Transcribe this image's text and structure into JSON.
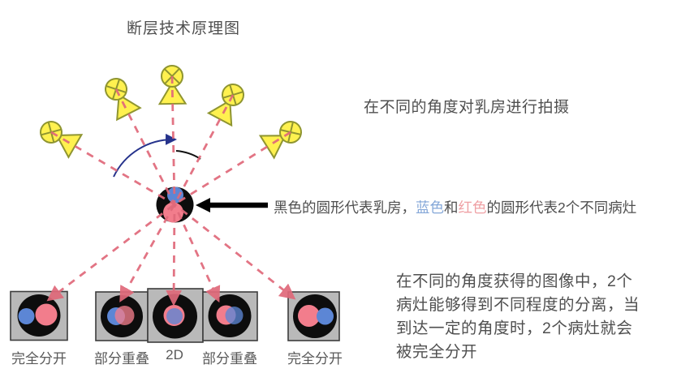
{
  "title": "断层技术原理图",
  "captions": {
    "shooting": "在不同的角度对乳房进行拍摄"
  },
  "annotation": {
    "part1": "黑色的圆形代表乳房，",
    "blue_word": "蓝色",
    "and_word": "和",
    "red_word": "红色",
    "part2": "的圆形代表2个不同病灶"
  },
  "outro": {
    "lines": [
      "在不同的角度获得的图像中，2个",
      "病灶能够得到不同程度的分离，当",
      "到达一定的角度时，2个病灶就会",
      "被完全分开"
    ]
  },
  "bottom_row": {
    "labels": [
      "完全分开",
      "部分重叠",
      "2D",
      "部分重叠",
      "完全分开"
    ]
  },
  "icons": {
    "xray_source": "circled-x-tube-with-beam-cone",
    "annotation_arrow": "left-pointing-arrow",
    "rays": "dashed-projection-lines-with-arrowheads",
    "angle_arcs": "sweep-angle-arcs"
  },
  "colors": {
    "ray": "#e0697a",
    "source_fill": "#fff14f",
    "source_stroke": "#8f9530",
    "lesion_blue": "#5c86d5",
    "lesion_pink": "#f27d8c",
    "breast_black": "#0d0d0d",
    "square_fill": "#b9b9b9",
    "square_stroke": "#3d3d3d",
    "text": "#4f4f4f",
    "arc_blue": "#26338c",
    "arc_black": "#111111",
    "blue_word": "#84a7d8",
    "red_word": "#efa0a4"
  }
}
